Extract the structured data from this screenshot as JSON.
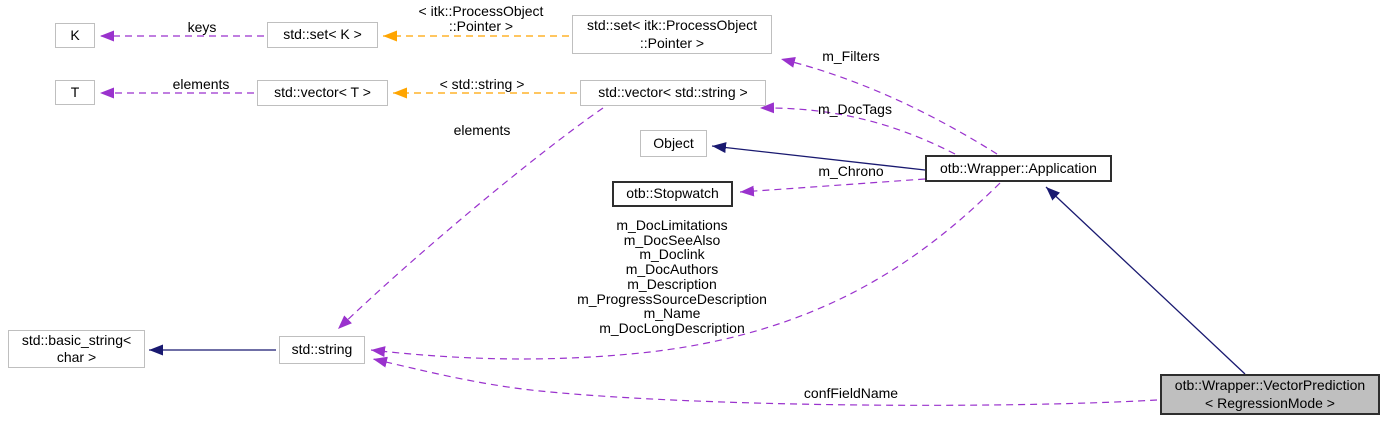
{
  "diagram": {
    "kind": "collaboration-graph",
    "colors": {
      "inheritance_edge": "#191970",
      "usage_edge": "#9a32cd",
      "template_edge": "#ffa500",
      "plain_border": "#bfbfbf",
      "bold_border": "#2e2e2e",
      "current_node_fill": "#bfbfbf"
    },
    "nodes": {
      "k": {
        "label": "K"
      },
      "set_k": {
        "label": "std::set< K >"
      },
      "set_itk": {
        "label": "std::set< itk::ProcessObject\n::Pointer >"
      },
      "t": {
        "label": "T"
      },
      "vector_t": {
        "label": "std::vector< T >"
      },
      "vector_string": {
        "label": "std::vector< std::string >"
      },
      "object": {
        "label": "Object"
      },
      "application": {
        "label": "otb::Wrapper::Application"
      },
      "stopwatch": {
        "label": "otb::Stopwatch"
      },
      "basic_string": {
        "label": "std::basic_string<\nchar >"
      },
      "string": {
        "label": "std::string"
      },
      "vector_prediction": {
        "label": "otb::Wrapper::VectorPrediction\n< RegressionMode >"
      }
    },
    "edge_labels": {
      "keys": "keys",
      "template_set": "< itk::ProcessObject\n::Pointer >",
      "elements_t": "elements",
      "template_vector": "< std::string >",
      "elements_string": "elements",
      "m_filters": "m_Filters",
      "m_doctags": "m_DocTags",
      "m_chrono": "m_Chrono",
      "members_string": "m_DocLimitations\nm_DocSeeAlso\nm_Doclink\nm_DocAuthors\nm_Description\nm_ProgressSourceDescription\nm_Name\nm_DocLongDescription",
      "conffieldname": "confFieldName"
    }
  }
}
